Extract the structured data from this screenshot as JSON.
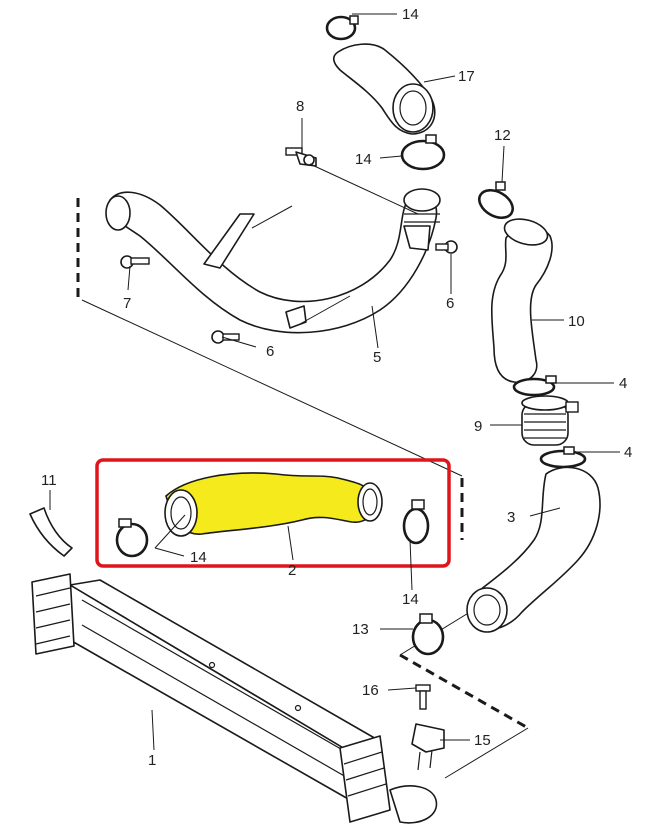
{
  "callouts": {
    "p1": "1",
    "p2": "2",
    "p3": "3",
    "p4a": "4",
    "p4b": "4",
    "p5": "5",
    "p6a": "6",
    "p6b": "6",
    "p7": "7",
    "p8": "8",
    "p9": "9",
    "p10": "10",
    "p11": "11",
    "p12": "12",
    "p13": "13",
    "p14a": "14",
    "p14b": "14",
    "p14c": "14",
    "p14d": "14",
    "p15": "15",
    "p16": "16",
    "p17": "17"
  },
  "colors": {
    "highlight_fill": "#f5ea1b",
    "selection_box": "#e0151b",
    "line": "#1a1a1a"
  }
}
